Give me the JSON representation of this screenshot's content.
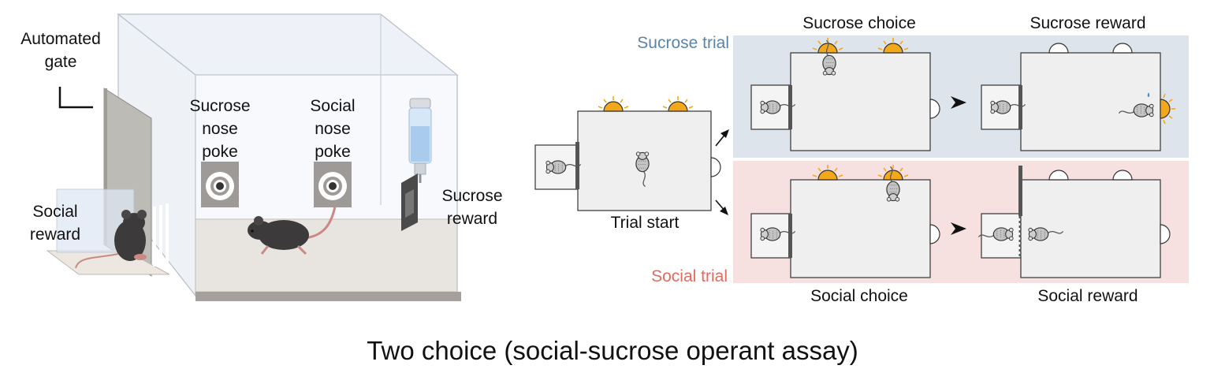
{
  "left_panel": {
    "gate_label": [
      "Automated",
      "gate"
    ],
    "sucrose_port_label": [
      "Sucrose",
      "nose",
      "poke"
    ],
    "social_port_label": [
      "Social",
      "nose",
      "poke"
    ],
    "sucrose_reward_label": [
      "Sucrose",
      "reward"
    ],
    "social_reward_label": [
      "Social",
      "reward"
    ]
  },
  "right_panel": {
    "trial_start_label": "Trial start",
    "sucrose_trial_label": "Sucrose trial",
    "social_trial_label": "Social trial",
    "sucrose_choice_label": "Sucrose choice",
    "sucrose_reward_label": "Sucrose reward",
    "social_choice_label": "Social choice",
    "social_reward_label": "Social reward"
  },
  "caption": "Two choice (social-sucrose operant assay)",
  "colors": {
    "sucrose_trial_bg": "#dde4ec",
    "social_trial_bg": "#f7e1e0",
    "sucrose_trial_text": "#5a84a8",
    "social_trial_text": "#e46a5e",
    "light_on": "#f3a81b",
    "floor": "#e8e4df",
    "mouse_dark": "#3d3a3b"
  }
}
